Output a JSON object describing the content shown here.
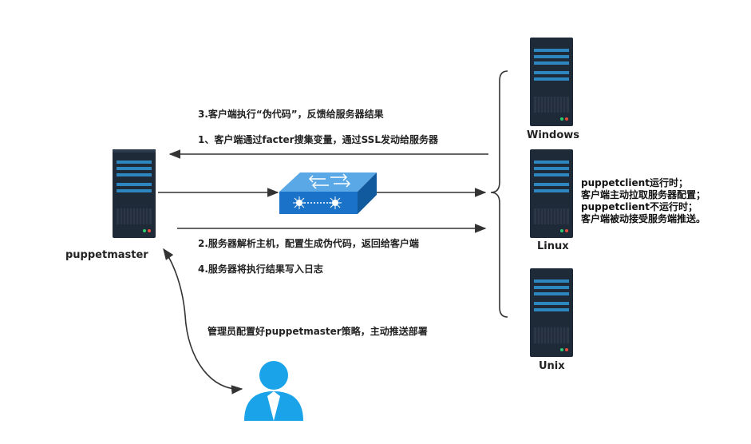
{
  "nodes": {
    "master": "puppetmaster",
    "windows": "Windows",
    "linux": "Linux",
    "unix": "Unix"
  },
  "steps": {
    "step3": "3.客户端执行“伪代码”，反馈给服务器结果",
    "step1": "1、客户端通过facter搜集变量，通过SSL发动给服务器",
    "step2": "2.服务器解析主机，配置生成伪代码，返回给客户端",
    "step4": "4.服务器将执行结果写入日志",
    "admin": "管理员配置好puppetmaster策略，主动推送部署"
  },
  "note": [
    "puppetclient运行时；",
    "客户端主动拉取服务器配置；",
    "puppetclient不运行时；",
    "客户端被动接受服务端推送。"
  ],
  "colors": {
    "server_body": "#1f2a38",
    "server_stripe": "#2e86c1",
    "switch_blue": "#1a73c8",
    "person": "#1aa3e8",
    "arrow": "#333333"
  }
}
